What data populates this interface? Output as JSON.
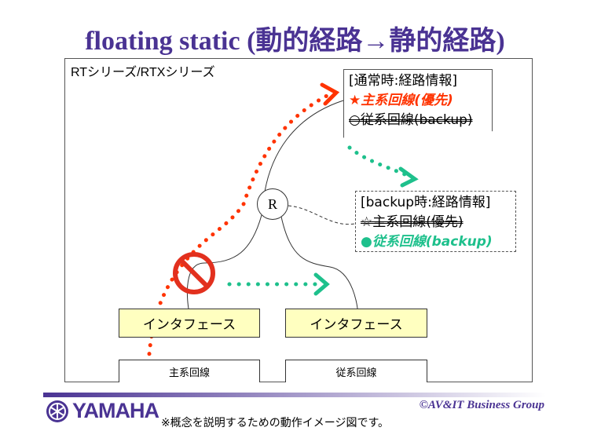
{
  "title": "floating static (動的経路→静的経路)",
  "frame_label": "RTシリーズ/RTXシリーズ",
  "router_label": "R",
  "normal_info": {
    "heading": "[通常時:経路情報]",
    "primary": "★主系回線(優先)",
    "backup": "○従系回線(backup)"
  },
  "backup_info": {
    "heading": "[backup時:経路情報]",
    "primary": "☆主系回線(優先)",
    "backup": "●従系回線(backup)"
  },
  "interfaces": [
    {
      "label": "インタフェース",
      "line": "主系回線"
    },
    {
      "label": "インタフェース",
      "line": "従系回線"
    }
  ],
  "footer": {
    "logo": "YAMAHA",
    "copyright": "©AV&IT Business Group",
    "note": "※概念を説明するための動作イメージ図です。"
  },
  "colors": {
    "brand": "#4a3393",
    "red": "#ff3300",
    "green": "#1ec08c",
    "iface": "#ffffc0"
  }
}
